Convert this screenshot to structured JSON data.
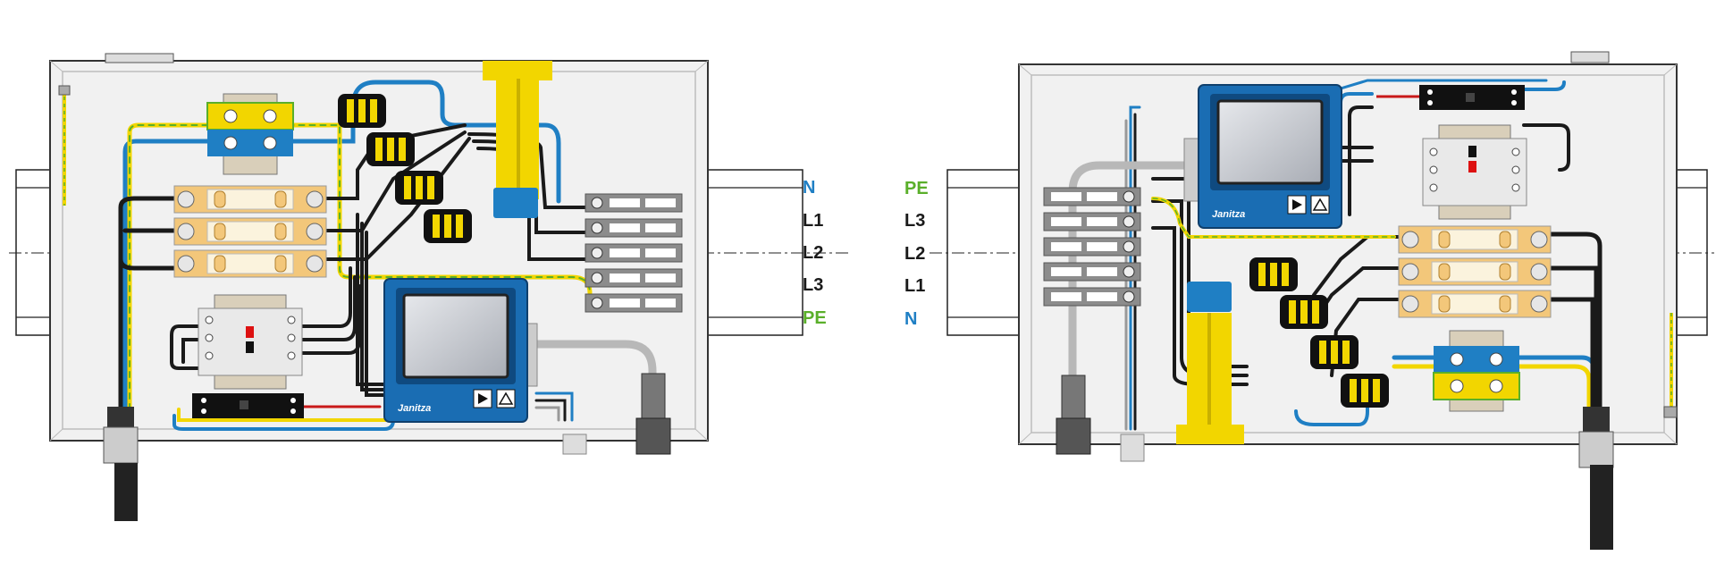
{
  "colors": {
    "neutral_blue": "#1f7fc4",
    "pe_green": "#5aaf2a",
    "phase_black": "#1a1a1a",
    "pe_yellow": "#f2d600",
    "meter_blue": "#1a6db3",
    "enclosure": "#f1f1f1"
  },
  "left_panel": {
    "meter_brand": "Janitza",
    "terminal_labels": [
      {
        "text": "N",
        "color": "#1f7fc4"
      },
      {
        "text": "L1",
        "color": "#1a1a1a"
      },
      {
        "text": "L2",
        "color": "#1a1a1a"
      },
      {
        "text": "L3",
        "color": "#1a1a1a"
      },
      {
        "text": "PE",
        "color": "#5aaf2a"
      }
    ]
  },
  "right_panel": {
    "meter_brand": "Janitza",
    "terminal_labels": [
      {
        "text": "PE",
        "color": "#5aaf2a"
      },
      {
        "text": "L3",
        "color": "#1a1a1a"
      },
      {
        "text": "L2",
        "color": "#1a1a1a"
      },
      {
        "text": "L1",
        "color": "#1a1a1a"
      },
      {
        "text": "N",
        "color": "#1f7fc4"
      }
    ]
  },
  "icons": [
    "play-key-icon",
    "delta-key-icon"
  ]
}
